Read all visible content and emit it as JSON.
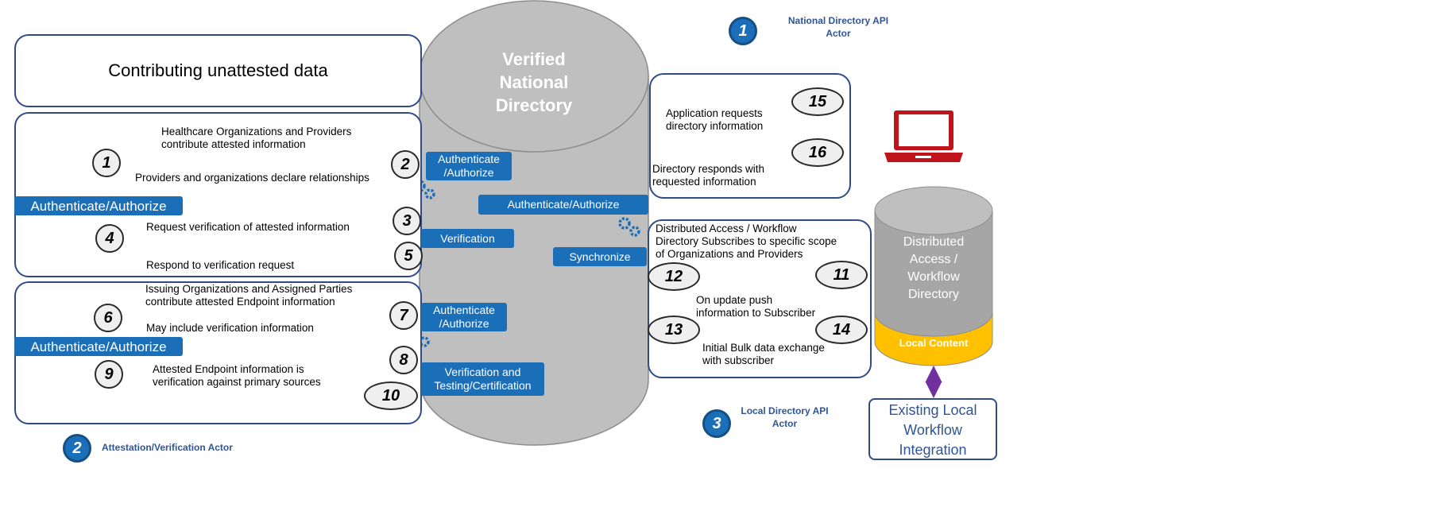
{
  "contributing_title": "Contributing unattested data",
  "vnd": {
    "line1": "Verified",
    "line2": "National",
    "line3": "Directory"
  },
  "auth_box_left": "Authenticate/Authorize",
  "center_boxes": {
    "auth1_l1": "Authenticate",
    "auth1_l2": "/Authorize",
    "auth_wide": "Authenticate/Authorize",
    "verification": "Verification",
    "synchronize": "Synchronize",
    "auth2_l1": "Authenticate",
    "auth2_l2": "/Authorize",
    "vt_l1": "Verification and",
    "vt_l2": "Testing/Certification"
  },
  "steps": {
    "s1": "1",
    "s2": "2",
    "s3": "3",
    "s4": "4",
    "s5": "5",
    "s6": "6",
    "s7": "7",
    "s8": "8",
    "s9": "9",
    "s10": "10",
    "s11": "11",
    "s12": "12",
    "s13": "13",
    "s14": "14",
    "s15": "15",
    "s16": "16"
  },
  "labels": {
    "hc_l1": "Healthcare Organizations and Providers",
    "hc_l2": "contribute attested information",
    "declare": "Providers and organizations declare relationships",
    "request_verif": "Request verification of attested information",
    "respond_verif": "Respond to verification request",
    "issuing_l1": "Issuing Organizations and Assigned Parties",
    "issuing_l2": "contribute attested Endpoint  information",
    "may_include": "May include verification information",
    "attested_l1": "Attested Endpoint information is",
    "attested_l2": "verification against primary sources",
    "app_req_l1": "Application requests",
    "app_req_l2": "directory information",
    "dir_resp_l1": "Directory responds with",
    "dir_resp_l2": "requested information",
    "dist_l1": "Distributed Access / Workflow",
    "dist_l2": "Directory Subscribes to  specific scope",
    "dist_l3": "of Organizations and Providers",
    "push_l1": "On update push",
    "push_l2": "information to Subscriber",
    "bulk_l1": "Initial Bulk data exchange",
    "bulk_l2": "with subscriber"
  },
  "actors": {
    "a1_num": "1",
    "a1_l1": "National Directory API",
    "a1_l2": "Actor",
    "a2_num": "2",
    "a2_label": "Attestation/Verification Actor",
    "a3_num": "3",
    "a3_l1": "Local Directory API",
    "a3_l2": "Actor"
  },
  "dist_dir": {
    "l1": "Distributed",
    "l2": "Access /",
    "l3": "Workflow",
    "l4": "Directory",
    "local": "Local Content"
  },
  "existing": {
    "l1": "Existing Local",
    "l2": "Workflow",
    "l3": "Integration"
  },
  "colors": {
    "blue": "#1b6fb8",
    "navy": "#2f4b8c",
    "cylinder": "#bfbfbf",
    "gold": "#ffc000",
    "laptop": "#c0141c",
    "purple": "#7030a0"
  }
}
